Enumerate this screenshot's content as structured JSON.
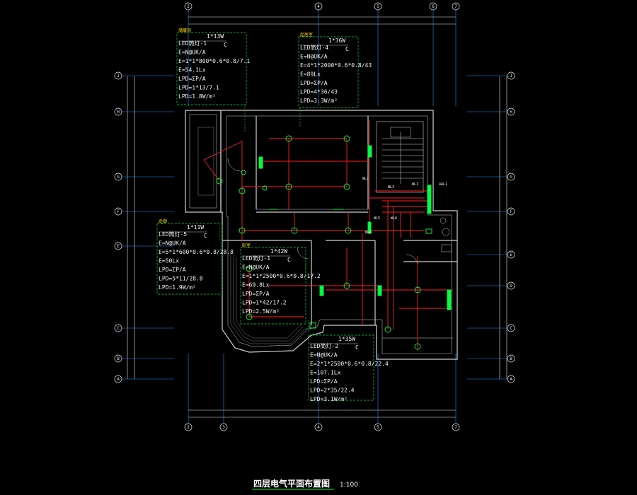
{
  "title": "四层电气平面布置图",
  "scale": "1:100",
  "colors": {
    "background": "#000000",
    "grid": "#1e90ff",
    "wall": "#d0d0d0",
    "wiring": "#ff2020",
    "fixture": "#00ff40",
    "callout_frame": "#00e040",
    "label": "#ffd400"
  },
  "axes_top": [
    "2",
    "4",
    "5",
    "6",
    "7"
  ],
  "axes_bottom": [
    "2",
    "3",
    "4",
    "5",
    "7"
  ],
  "axes_left": [
    "J",
    "H",
    "G",
    "F",
    "E",
    "C",
    "B",
    "A"
  ],
  "axes_right": [
    "J",
    "H",
    "G",
    "F",
    "E",
    "D",
    "C",
    "B",
    "A"
  ],
  "callouts": [
    {
      "id": "c1",
      "title": "储藏间",
      "lines": [
        "LED筒灯-1",
        "E=N@UK/A",
        "E=1*1*800*0.6*0.8/7.1",
        "E=54.1Lx",
        "LPD=ΣP/A",
        "LPD=1*13/7.1",
        "LPD=1.8W/m²"
      ],
      "top_note": "1*13W",
      "sub_note": "C"
    },
    {
      "id": "c2",
      "title": "起居室",
      "lines": [
        "LED筒灯-4",
        "E=N@UK/A",
        "E=4*1*2000*0.6*0.8/43",
        "E=89Lx",
        "LPD=ΣP/A",
        "LPD=4*36/43",
        "LPD=3.3W/m²"
      ],
      "top_note": "1*36W",
      "sub_note": "C"
    },
    {
      "id": "c3",
      "title": "走廊",
      "lines": [
        "LED筒灯-5",
        "E=N@UK/A",
        "E=5*1*600*0.6*0.8/28.8",
        "E=50Lx",
        "LPD=ΣP/A",
        "LPD=5*11/28.8",
        "LPD=1.9W/m²"
      ],
      "top_note": "1*11W",
      "sub_note": "C"
    },
    {
      "id": "c4",
      "title": "卧室",
      "lines": [
        "LED筒灯-1",
        "E=N@UK/A",
        "E=1*1*2500*0.6*0.8/17.2",
        "E=69.8Lx",
        "LPD=ΣP/A",
        "LPD=1*42/17.2",
        "LPD=2.5W/m²"
      ],
      "top_note": "1*42W",
      "sub_note": "C"
    },
    {
      "id": "c5",
      "title": "",
      "lines": [
        "LED筒灯-2",
        "E=N@UK/A",
        "E=2*1*2500*0.6*0.8/22.4",
        "E=107.1Lx",
        "LPD=ΣP/A",
        "LPD=2*35/22.4",
        "LPD=3.1W/m²"
      ],
      "top_note": "1*35W",
      "sub_note": "C"
    }
  ],
  "circuit_tags": [
    "WL7",
    "WL3",
    "WL1",
    "4AL1",
    "WL5",
    "WL6",
    "WL4"
  ]
}
